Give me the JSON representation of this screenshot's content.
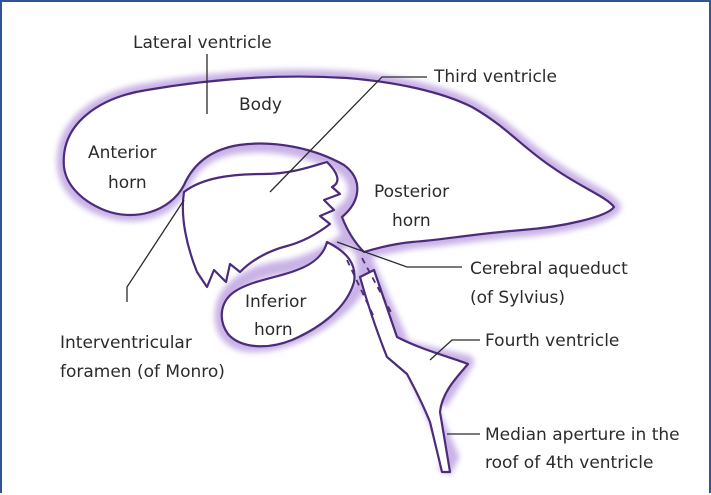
{
  "diagram": {
    "labels": {
      "lateral_ventricle": "Lateral ventricle",
      "body": "Body",
      "third_ventricle": "Third ventricle",
      "anterior_horn_1": "Anterior",
      "anterior_horn_2": "horn",
      "posterior_horn_1": "Posterior",
      "posterior_horn_2": "horn",
      "inferior_horn_1": "Inferior",
      "inferior_horn_2": "horn",
      "cerebral_aqueduct_1": "Cerebral aqueduct",
      "cerebral_aqueduct_2": "(of Sylvius)",
      "interventricular_foramen_1": "Interventricular",
      "interventricular_foramen_2": "foramen (of Monro)",
      "fourth_ventricle": "Fourth ventricle",
      "median_aperture_1": "Median aperture in the",
      "median_aperture_2": "roof of 4th ventricle"
    },
    "colors": {
      "outline": "#4b2c7a",
      "glow": "#c9b3e6",
      "frame": "#2f5597",
      "text": "#2b2b2b"
    }
  }
}
